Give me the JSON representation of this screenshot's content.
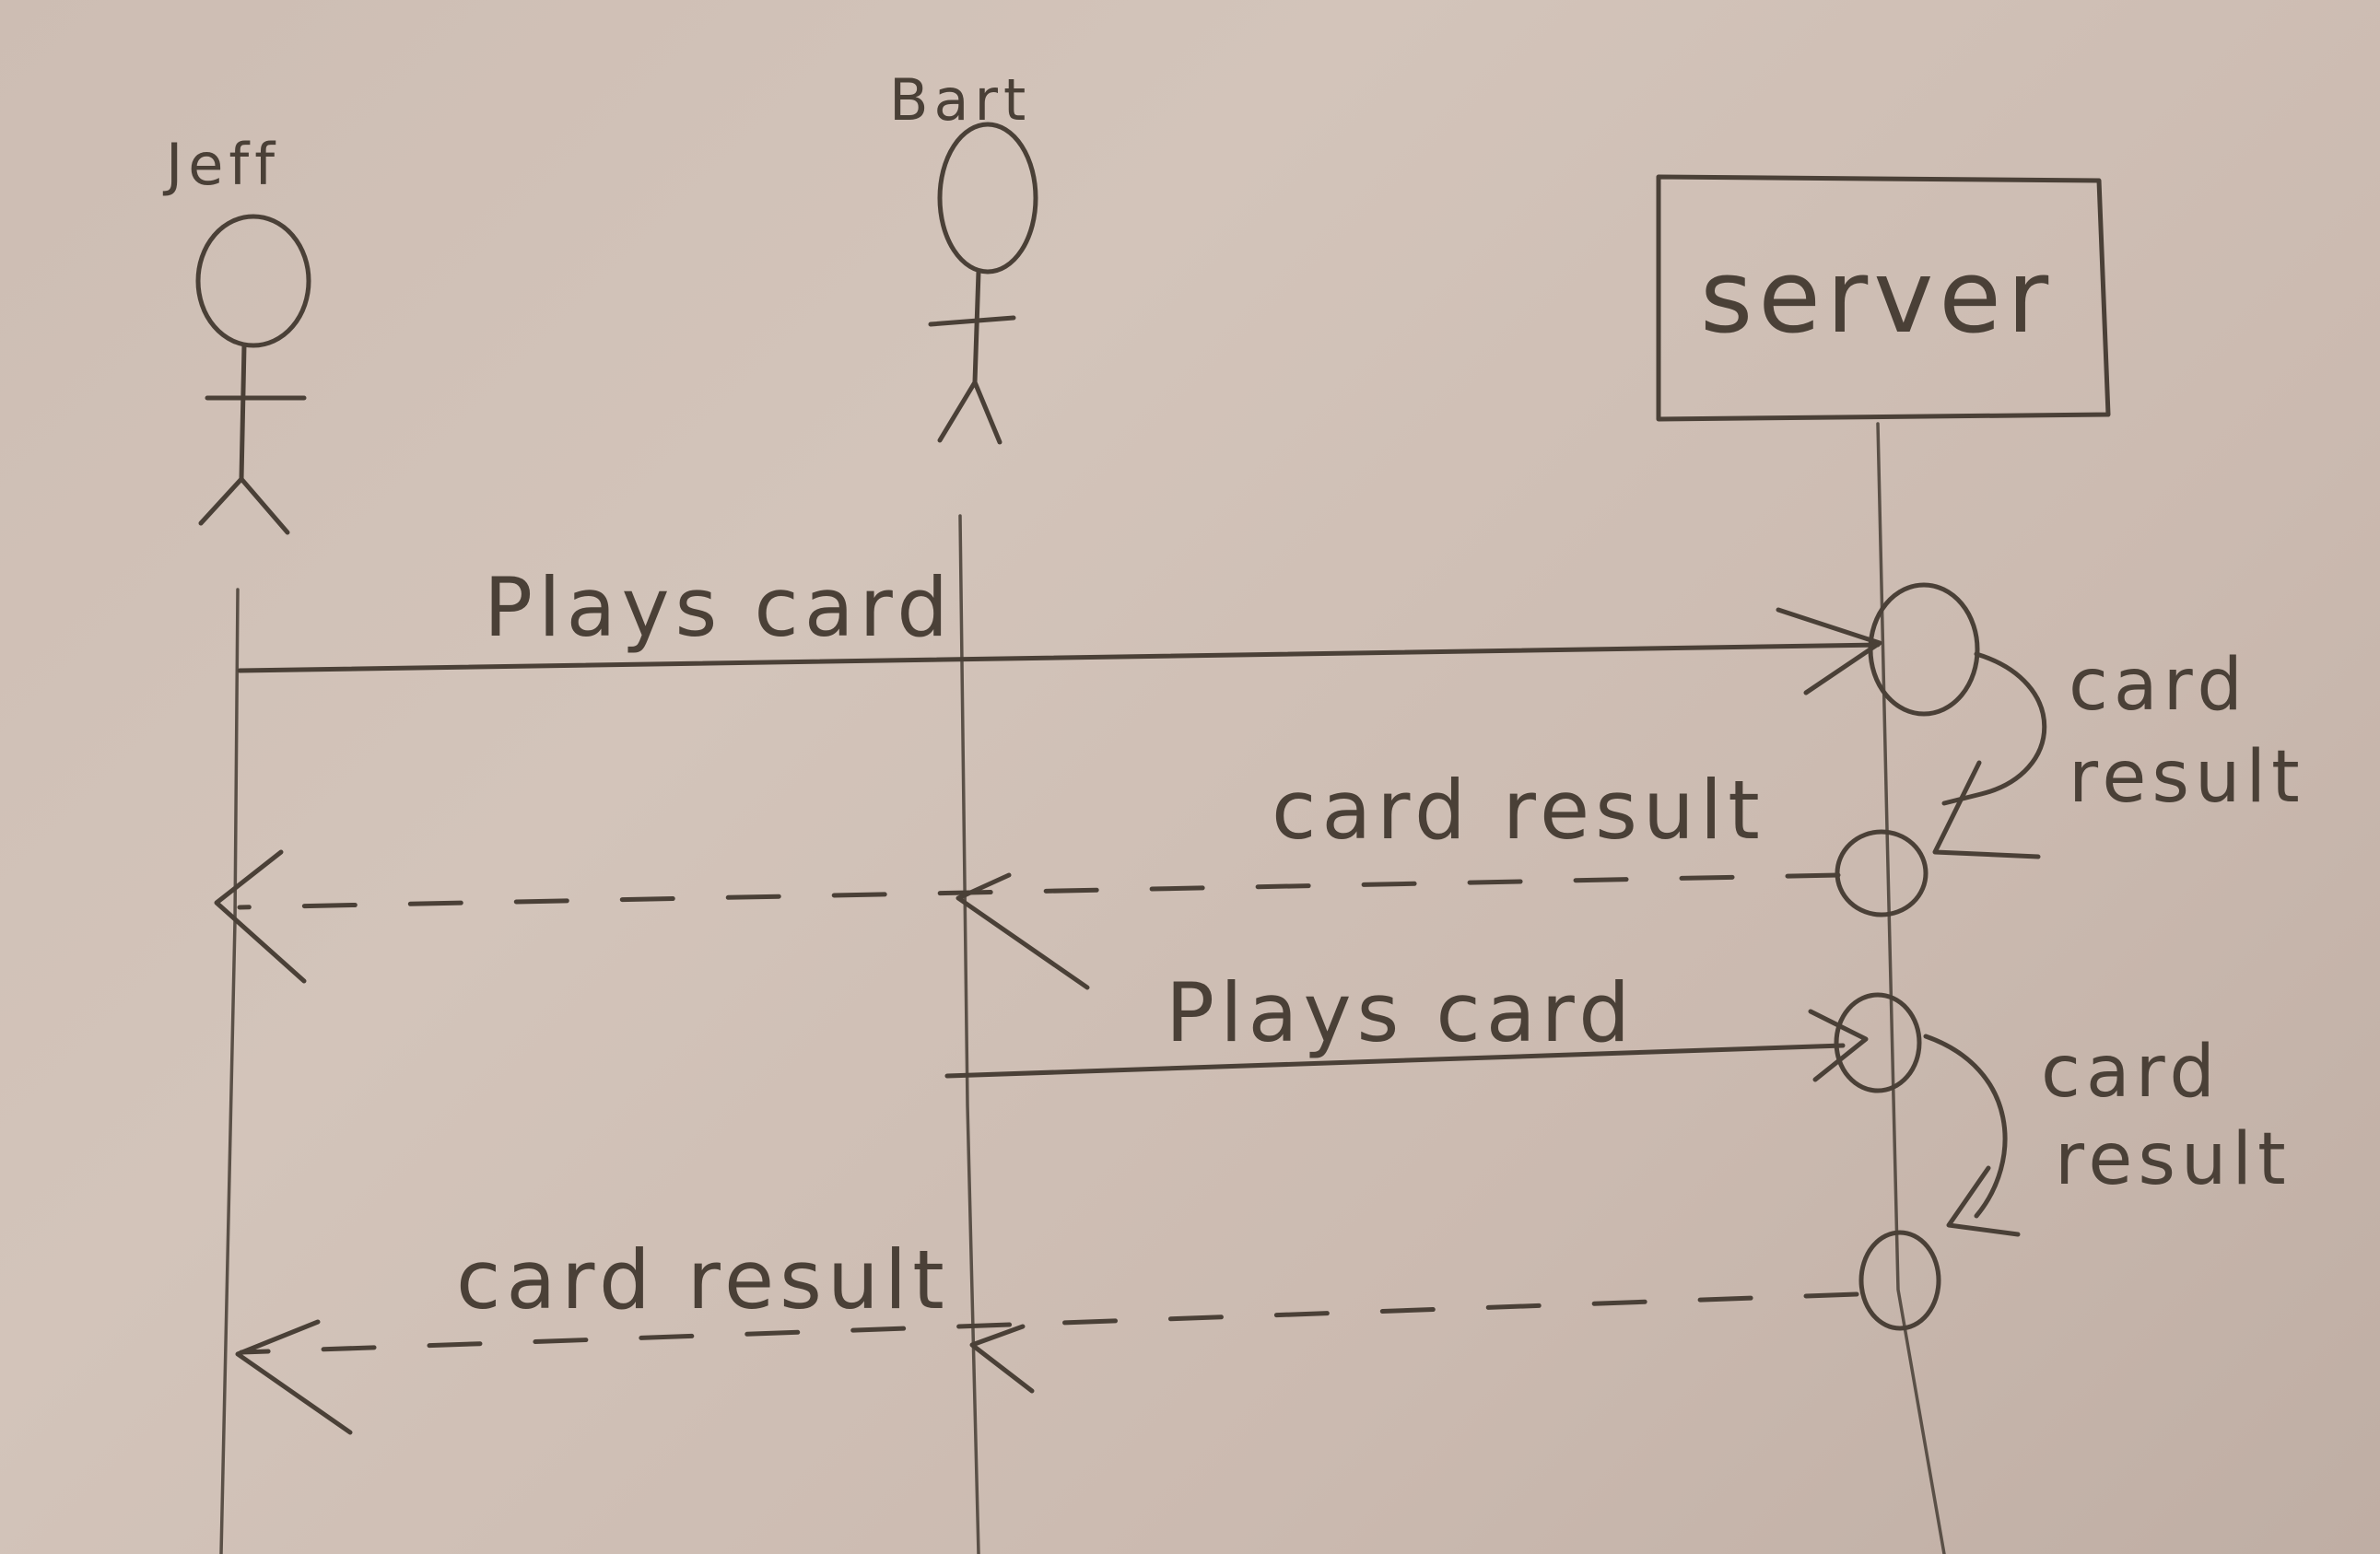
{
  "diagram": {
    "actors": [
      {
        "id": "jeff",
        "label": "Jeff"
      },
      {
        "id": "bart",
        "label": "Bart"
      }
    ],
    "server": {
      "label": "server"
    },
    "messages": [
      {
        "from": "jeff",
        "to": "server",
        "style": "solid",
        "label": "Plays card"
      },
      {
        "from": "server",
        "to": "server",
        "style": "self",
        "label_line1": "card",
        "label_line2": "result"
      },
      {
        "from": "server",
        "to": "jeff",
        "style": "dashed",
        "label": "card result"
      },
      {
        "from": "bart",
        "to": "server",
        "style": "solid",
        "label": "Plays card"
      },
      {
        "from": "server",
        "to": "server",
        "style": "self",
        "label_line1": "card",
        "label_line2": "result"
      },
      {
        "from": "server",
        "to": "jeff",
        "style": "dashed",
        "label": "card result"
      }
    ]
  },
  "colors": {
    "paper": "#d3c4ba",
    "pencil": "#4a4037"
  }
}
